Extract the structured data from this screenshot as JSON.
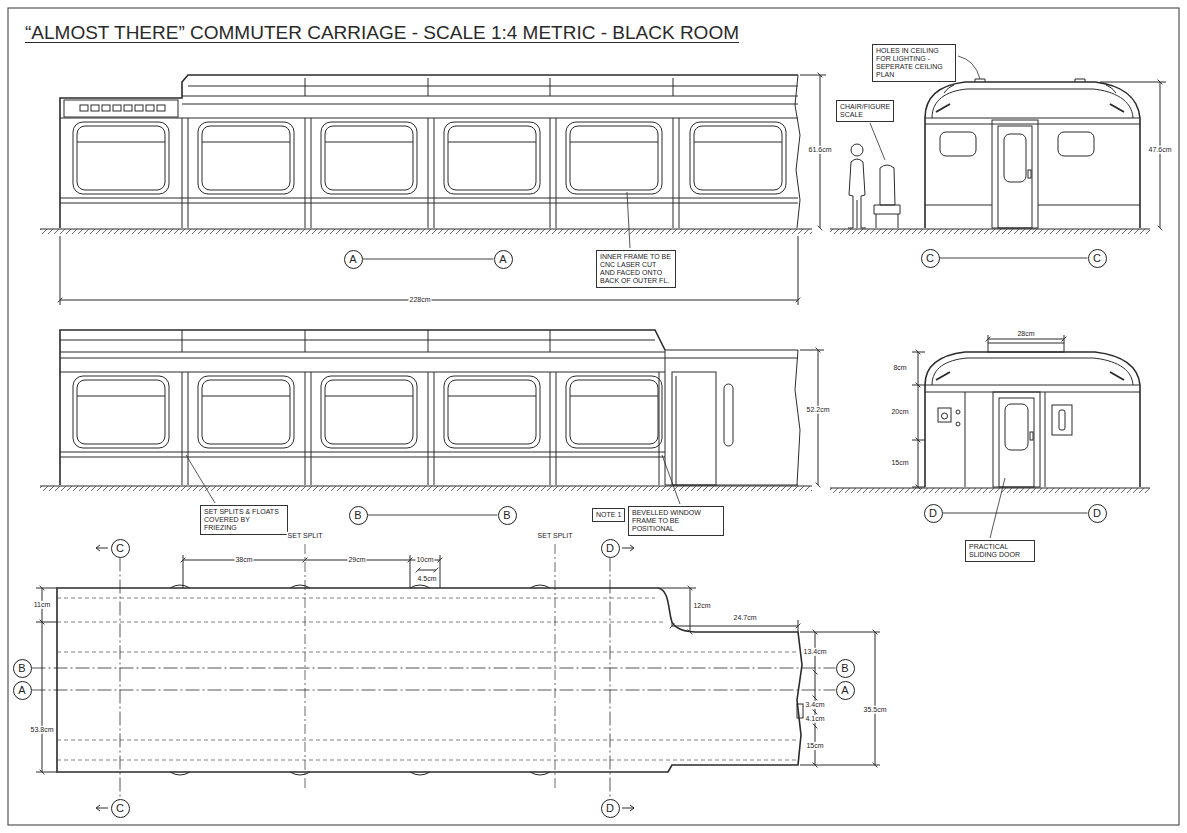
{
  "diagram": {
    "title": "“ALMOST THERE” COMMUTER CARRIAGE - SCALE 1:4 METRIC - BLACK ROOM",
    "nodes": [
      {
        "text": [
          "HOLES IN CEILING FOR LIGHTING - SEPERATE CEILING PLAN"
        ]
      },
      {
        "text": [
          "CHAIR/FIGURE SCALE"
        ]
      },
      {
        "text": [
          "A"
        ]
      },
      {
        "text": [
          "A"
        ]
      },
      {
        "text": [
          "C"
        ]
      },
      {
        "text": [
          "C"
        ]
      },
      {
        "text": [
          "INNER FRAME TO BE CNC LASER CUT AND FACED ONTO BACK OF OUTER FL."
        ]
      },
      {
        "text": [
          "B"
        ]
      },
      {
        "text": [
          "B"
        ]
      },
      {
        "text": [
          "SET SPLITS & FLOATS COVERED BY FRIEZING"
        ]
      },
      {
        "text": [
          "NOTE 1"
        ]
      },
      {
        "text": [
          "BEVELLED WINDOW FRAME TO BE POSITIONAL"
        ]
      },
      {
        "text": [
          "D"
        ]
      },
      {
        "text": [
          "D"
        ]
      },
      {
        "text": [
          "PRACTICAL SLIDING DOOR"
        ]
      },
      {
        "text": [
          "C"
        ]
      },
      {
        "text": [
          "D"
        ]
      },
      {
        "text": [
          "B"
        ]
      },
      {
        "text": [
          "A"
        ]
      },
      {
        "text": [
          "B"
        ]
      },
      {
        "text": [
          "A"
        ]
      },
      {
        "text": [
          "C"
        ]
      },
      {
        "text": [
          "D"
        ]
      }
    ],
    "edges": [
      {
        "from": 2,
        "to": 3,
        "arrow": "none"
      },
      {
        "from": 4,
        "to": 5,
        "arrow": "none"
      },
      {
        "from": 7,
        "to": 8,
        "arrow": "none"
      },
      {
        "from": 12,
        "to": 13,
        "arrow": "none"
      },
      {
        "from": 15,
        "to": 21,
        "arrow": "none"
      },
      {
        "from": 16,
        "to": 22,
        "arrow": "none"
      },
      {
        "from": 17,
        "to": 19,
        "arrow": "none"
      },
      {
        "from": 18,
        "to": 20,
        "arrow": "none"
      }
    ],
    "labels": [
      "228cm",
      "61.6cm",
      "47.6cm",
      "52.2cm",
      "28cm",
      "8cm",
      "20cm",
      "15cm",
      "SET SPLIT",
      "SET SPLIT",
      "38cm",
      "29cm",
      "10cm",
      "4.5cm",
      "11cm",
      "53.8cm",
      "12cm",
      "24.7cm",
      "13.4cm",
      "3.4cm",
      "4.1cm",
      "15cm",
      "35.5cm"
    ]
  }
}
